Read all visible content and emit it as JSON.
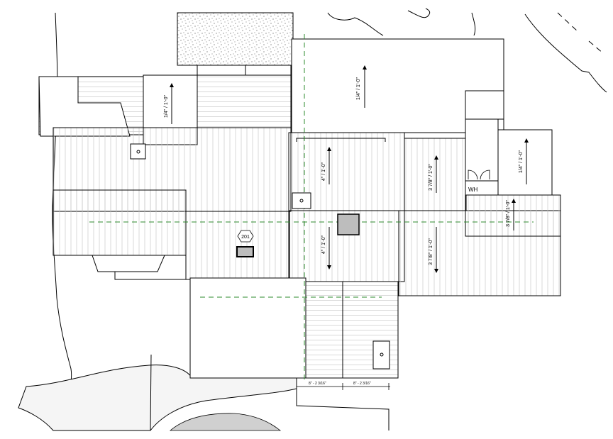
{
  "drawing": {
    "slope_labels": [
      {
        "id": "garage-left",
        "text": "1/4\" / 1'-0\""
      },
      {
        "id": "upper-right",
        "text": "1/4\" / 1'-0\""
      },
      {
        "id": "center-upper",
        "text": "4\" / 1'-0\""
      },
      {
        "id": "center-lower",
        "text": "4\" / 1'-0\""
      },
      {
        "id": "right-upper",
        "text": "3 7/8\" / 1'-0\""
      },
      {
        "id": "right-lower",
        "text": "3 7/8\" / 1'-0\""
      },
      {
        "id": "far-right-box",
        "text": "1/4\" / 1'-0\""
      },
      {
        "id": "far-right-lower",
        "text": "3 7/8\" / 1'-0\""
      }
    ],
    "room_tag": "201",
    "equipment_label": "WH",
    "dimension_labels": [
      "8\" - 2 3/16\"",
      "8\" - 2 3/16\""
    ],
    "colors": {
      "line": "#000000",
      "hatch": "#c8c8c8",
      "centerline": "#2e8b2e",
      "fill_gray": "#bdbdbd",
      "paving": "#f2f2f2",
      "dark_fill": "#d6d6d6"
    }
  }
}
